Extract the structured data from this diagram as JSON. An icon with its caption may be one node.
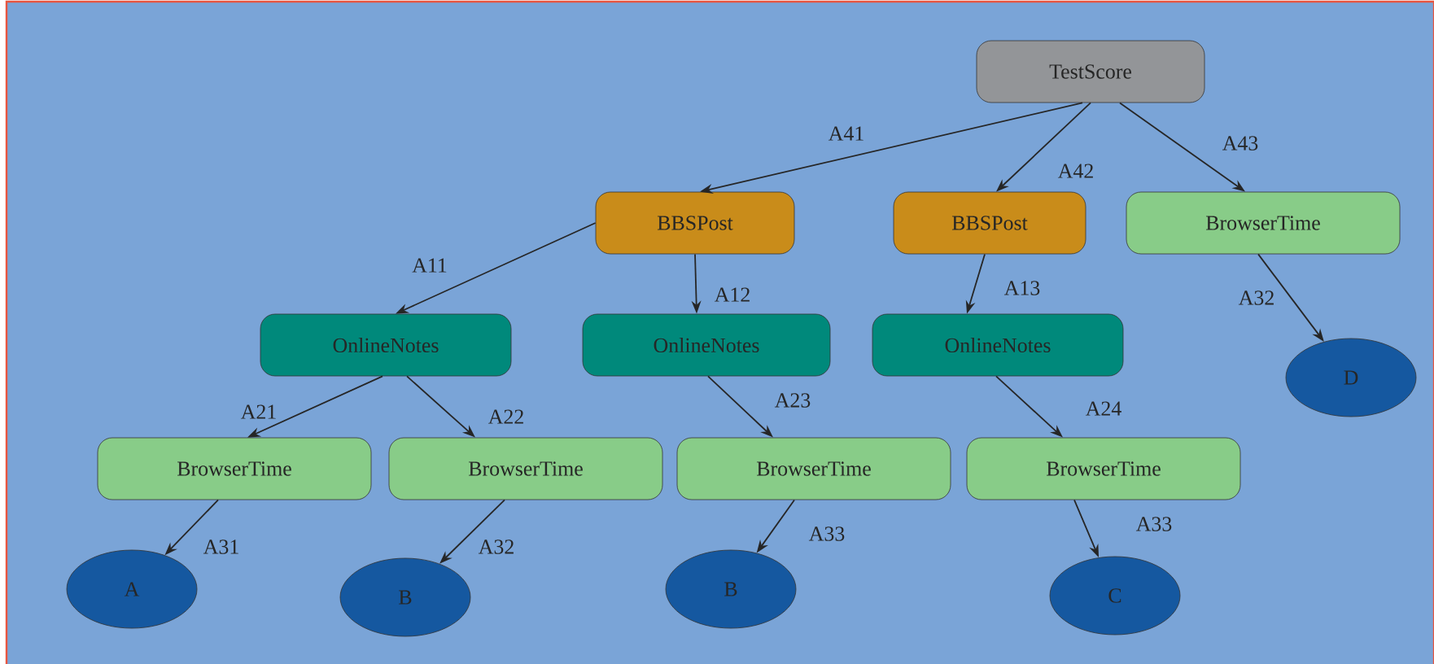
{
  "diagram": {
    "nodes": [
      {
        "text": [
          "TestScore"
        ]
      },
      {
        "text": [
          "BBSPost"
        ]
      },
      {
        "text": [
          "BBSPost"
        ]
      },
      {
        "text": [
          "BrowserTime"
        ]
      },
      {
        "text": [
          "OnlineNotes"
        ]
      },
      {
        "text": [
          "OnlineNotes"
        ]
      },
      {
        "text": [
          "OnlineNotes"
        ]
      },
      {
        "text": [
          "D"
        ]
      },
      {
        "text": [
          "BrowserTime"
        ]
      },
      {
        "text": [
          "BrowserTime"
        ]
      },
      {
        "text": [
          "BrowserTime"
        ]
      },
      {
        "text": [
          "BrowserTime"
        ]
      },
      {
        "text": [
          "A"
        ]
      },
      {
        "text": [
          "B"
        ]
      },
      {
        "text": [
          "B"
        ]
      },
      {
        "text": [
          "C"
        ]
      }
    ],
    "edges": [
      {
        "from": 0,
        "to": 1,
        "arrow": "to",
        "label": "A41"
      },
      {
        "from": 0,
        "to": 2,
        "arrow": "to",
        "label": "A42"
      },
      {
        "from": 0,
        "to": 3,
        "arrow": "to",
        "label": "A43"
      },
      {
        "from": 1,
        "to": 4,
        "arrow": "to",
        "label": "A11"
      },
      {
        "from": 1,
        "to": 5,
        "arrow": "to",
        "label": "A12"
      },
      {
        "from": 2,
        "to": 6,
        "arrow": "to",
        "label": "A13"
      },
      {
        "from": 3,
        "to": 7,
        "arrow": "to",
        "label": "A32"
      },
      {
        "from": 4,
        "to": 8,
        "arrow": "to",
        "label": "A21"
      },
      {
        "from": 4,
        "to": 9,
        "arrow": "to",
        "label": "A22"
      },
      {
        "from": 5,
        "to": 10,
        "arrow": "to",
        "label": "A23"
      },
      {
        "from": 6,
        "to": 11,
        "arrow": "to",
        "label": "A24"
      },
      {
        "from": 8,
        "to": 12,
        "arrow": "to",
        "label": "A31"
      },
      {
        "from": 9,
        "to": 13,
        "arrow": "to",
        "label": "A32"
      },
      {
        "from": 10,
        "to": 14,
        "arrow": "to",
        "label": "A33"
      },
      {
        "from": 11,
        "to": 15,
        "arrow": "to",
        "label": "A33"
      }
    ]
  }
}
